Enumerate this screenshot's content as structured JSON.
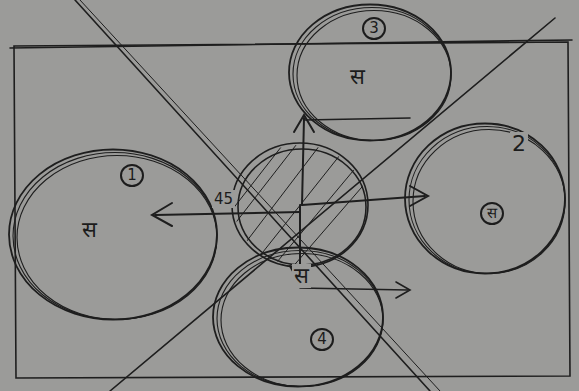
{
  "diagram": {
    "nodes": [
      {
        "text": [
          "3",
          "स"
        ]
      },
      {
        "text": [
          "1",
          "स"
        ]
      },
      {
        "text": [
          "2",
          "स"
        ]
      },
      {
        "text": [
          "स",
          "4"
        ]
      }
    ],
    "labels": [
      "45"
    ]
  }
}
